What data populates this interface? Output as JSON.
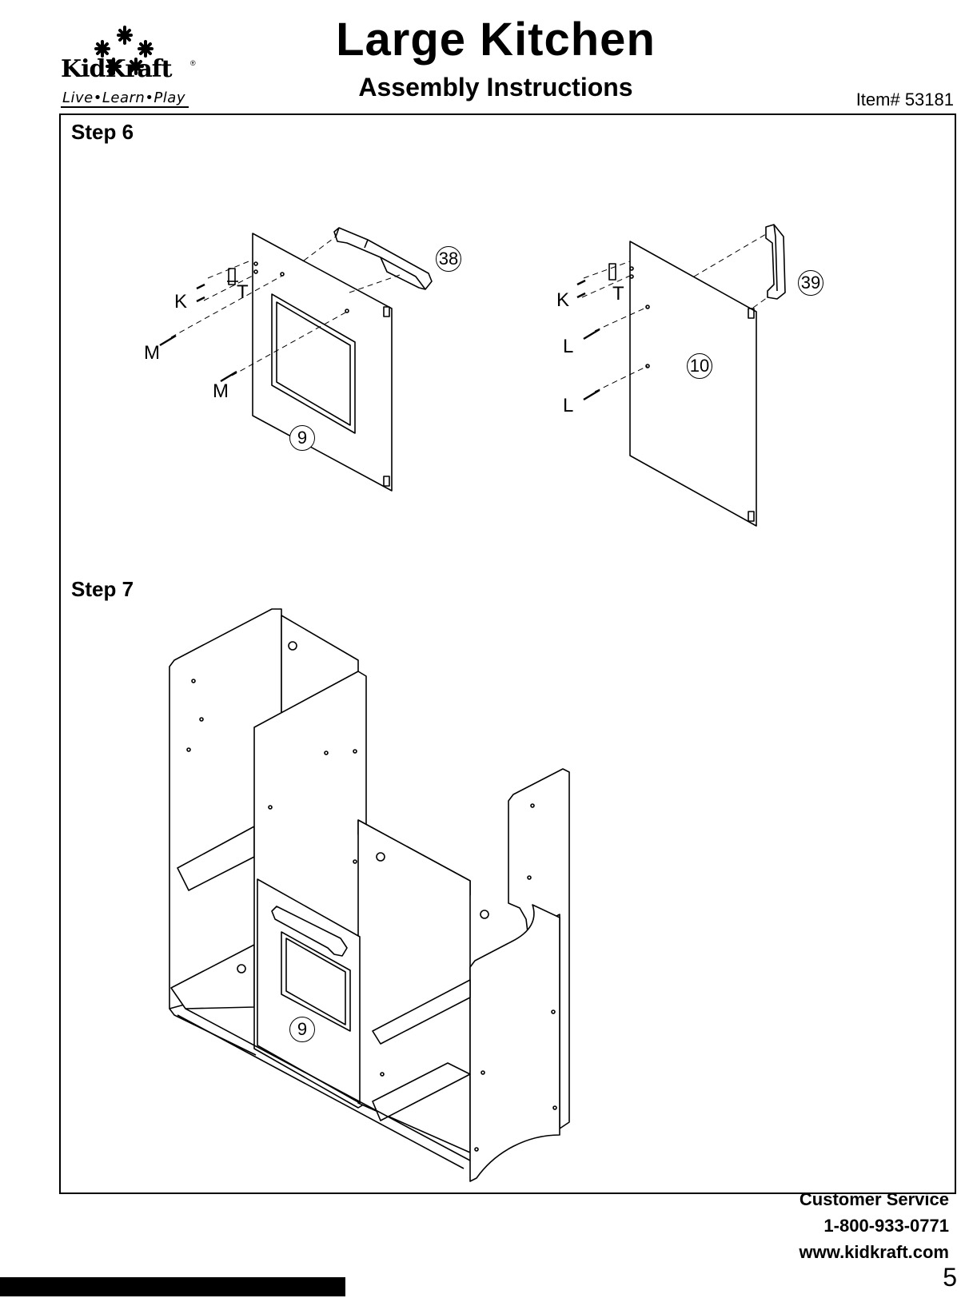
{
  "header": {
    "brand": "KidKraft",
    "tagline": "Live•Learn•Play",
    "registered": "®",
    "title": "Large Kitchen",
    "subtitle": "Assembly Instructions",
    "item": "Item# 53181"
  },
  "steps": [
    {
      "label": "Step 6",
      "part_labels": {
        "k_left": "K",
        "t_left": "T",
        "m_upper": "M",
        "m_lower": "M",
        "k_right": "K",
        "t_right": "T",
        "l_upper": "L",
        "l_lower": "L"
      },
      "callouts": {
        "handle_left": "38",
        "door_left": "9",
        "handle_right": "39",
        "door_right": "10"
      }
    },
    {
      "label": "Step 7",
      "callouts": {
        "door": "9"
      }
    }
  ],
  "footer": {
    "service_label": "Customer Service",
    "phone": "1-800-933-0771",
    "website": "www.kidkraft.com",
    "page_number": "5"
  }
}
